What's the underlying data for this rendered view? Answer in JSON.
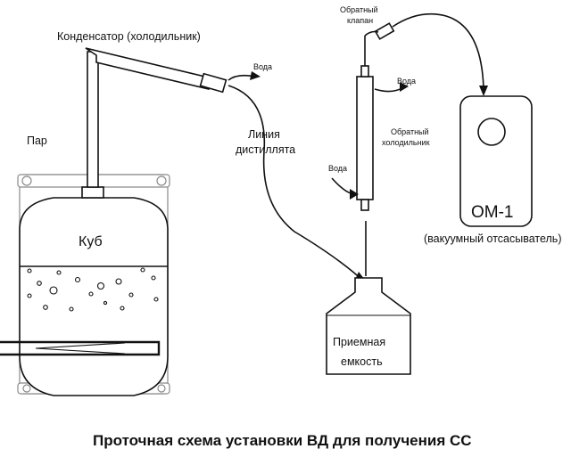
{
  "labels": {
    "condenser": "Конденсатор (холодильник)",
    "steam": "Пар",
    "still": "Куб",
    "distillate_line_1": "Линия",
    "distillate_line_2": "дистиллята",
    "water_condenser": "Вода",
    "check_valve_1": "Обратный",
    "check_valve_2": "клапан",
    "water_top": "Вода",
    "reflux_cooler_1": "Обратный",
    "reflux_cooler_2": "холодильник",
    "water_left": "Вода",
    "pump_name": "ОМ-1",
    "pump_desc": "(вакуумный отсасыватель)",
    "receiver_1": "Приемная",
    "receiver_2": "емкость"
  },
  "title": "Проточная схема установки ВД для получения СС"
}
